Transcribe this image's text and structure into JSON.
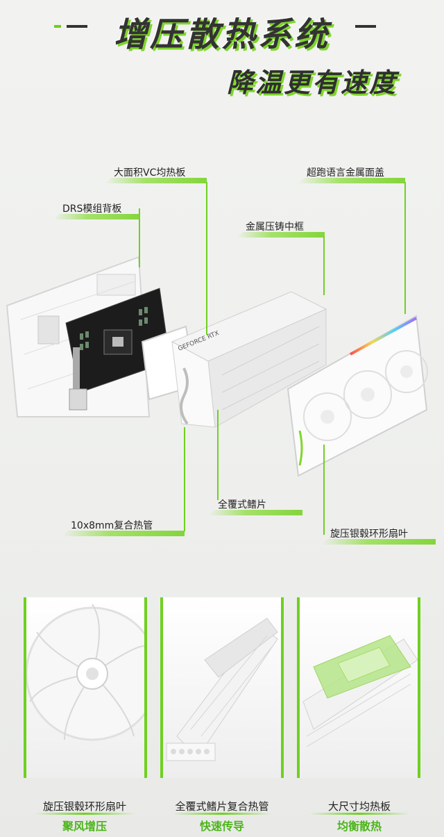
{
  "header": {
    "title": "增压散热系统",
    "subtitle": "降温更有速度"
  },
  "callouts": {
    "vc_plate": "大面积VC均热板",
    "metal_cover": "超跑语言金属面盖",
    "drs_backplate": "DRS模组背板",
    "metal_frame": "金属压铸中框",
    "fins": "全覆式鳍片",
    "heatpipe": "10x8mm复合热管",
    "fan": "旋压银毂环形扇叶"
  },
  "product": {
    "card_text": "GEFORCE RTX"
  },
  "features": [
    {
      "label": "旋压银毂环形扇叶",
      "sub": "聚风增压"
    },
    {
      "label": "全覆式鳍片复合热管",
      "sub": "快速传导"
    },
    {
      "label": "大尺寸均热板",
      "sub": "均衡散热"
    }
  ],
  "colors": {
    "accent": "#6fd020",
    "accent_text": "#4cb51a"
  }
}
